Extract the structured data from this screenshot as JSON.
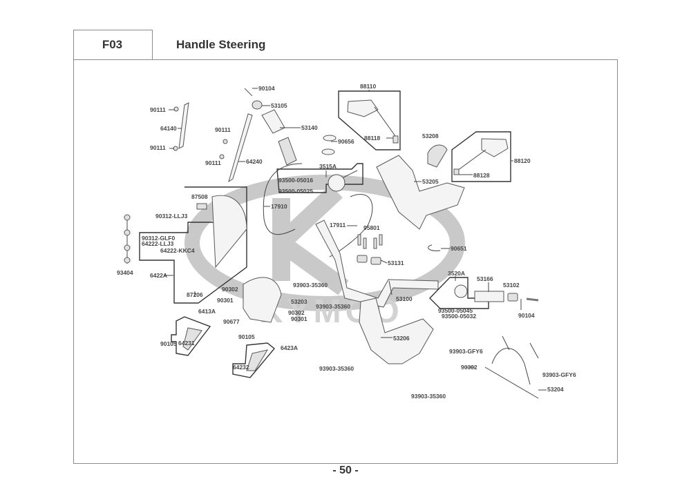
{
  "header": {
    "section_code": "F03",
    "title": "Handle Steering"
  },
  "footer": {
    "page_number": "- 50 -"
  },
  "watermark": {
    "brand": "KYMCO"
  },
  "parts": {
    "p90104_top": "90104",
    "p53105": "53105",
    "p53140": "53140",
    "p90656": "90656",
    "p90111_a": "90111",
    "p64140": "64140",
    "p90111_b": "90111",
    "p90111_c": "90111",
    "p64240": "64240",
    "p90111_d": "90111",
    "p3515A": "3515A",
    "p93500_05016": "93500-05016",
    "p93500_05025": "93500-05025",
    "p17910": "17910",
    "p17911": "17911",
    "p95801": "95801",
    "p53131": "53131",
    "p90651": "90651",
    "p88110": "88110",
    "p88118": "88118",
    "p53208": "53208",
    "p53205": "53205",
    "p88120": "88120",
    "p88128": "88128",
    "p87508": "87508",
    "p90312_LLJ3": "90312-LLJ3",
    "p90312_GLF0": "90312-GLF0",
    "p64222_LLJ3": "64222-LLJ3",
    "p64222_KKC4": "64222-KKC4",
    "p93404": "93404",
    "p6422A": "6422A",
    "p87206": "87206",
    "p90302_a": "90302",
    "p90301_a": "90301",
    "p53203": "53203",
    "p90302_b": "90302",
    "p90301_b": "90301",
    "p90677": "90677",
    "p6413A": "6413A",
    "p90105_a": "90105",
    "p64231": "64231",
    "p90105_b": "90105",
    "p6423A": "6423A",
    "p64232": "64232",
    "p93903_35360_a": "93903-35360",
    "p93903_35360_b": "93903-35360",
    "p53100": "53100",
    "p3520A": "3520A",
    "p53166": "53166",
    "p53102": "53102",
    "p90104_bottom": "90104",
    "p93500_05045": "93500-05045",
    "p93500_05032": "93500-05032",
    "p53206": "53206",
    "p93903_35360_c": "93903-35360",
    "p93903_35360_d": "93903-35360",
    "p93903_GFY6_a": "93903-GFY6",
    "p90302_c": "90302",
    "p93903_GFY6_b": "93903-GFY6",
    "p53204": "53204"
  }
}
